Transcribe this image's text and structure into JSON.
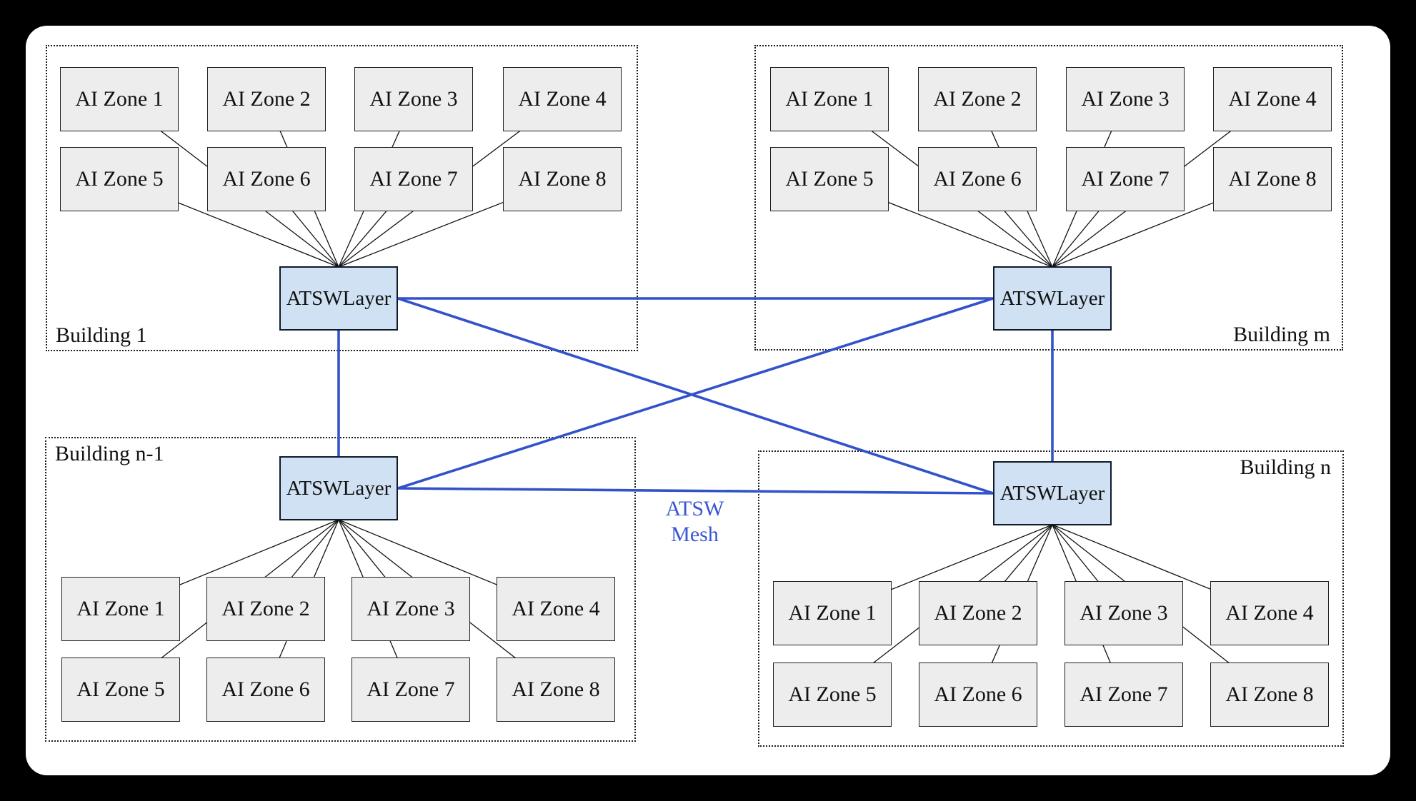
{
  "diagram": {
    "buildings": [
      {
        "label": "Building 1",
        "label_corner": "bottom-left",
        "zones": [
          "AI Zone 1",
          "AI Zone 2",
          "AI Zone 3",
          "AI Zone 4",
          "AI Zone 5",
          "AI Zone 6",
          "AI Zone 7",
          "AI Zone 8"
        ]
      },
      {
        "label": "Building m",
        "label_corner": "bottom-right",
        "zones": [
          "AI Zone 1",
          "AI Zone 2",
          "AI Zone 3",
          "AI Zone 4",
          "AI Zone 5",
          "AI Zone 6",
          "AI Zone 7",
          "AI Zone 8"
        ]
      },
      {
        "label": "Building n-1",
        "label_corner": "top-left",
        "zones": [
          "AI Zone 1",
          "AI Zone 2",
          "AI Zone 3",
          "AI Zone 4",
          "AI Zone 5",
          "AI Zone 6",
          "AI Zone 7",
          "AI Zone 8"
        ]
      },
      {
        "label": "Building n",
        "label_corner": "top-right",
        "zones": [
          "AI Zone 1",
          "AI Zone 2",
          "AI Zone 3",
          "AI Zone 4",
          "AI Zone 5",
          "AI Zone 6",
          "AI Zone 7",
          "AI Zone 8"
        ]
      }
    ],
    "switch_box": {
      "line1": "ATSW",
      "line2": "Layer"
    },
    "mesh_label": {
      "line1": "ATSW",
      "line2": "Mesh"
    },
    "colors": {
      "page_background": "#000000",
      "canvas_background": "#ffffff",
      "zone_fill": "#ededed",
      "zone_border": "#1f1f1f",
      "switch_fill": "#cfe1f2",
      "switch_border": "#0e1b2a",
      "intra_building_wire": "#121212",
      "mesh_line": "#3352c9",
      "mesh_text": "#3a57d2",
      "building_border": "#1c1c1c"
    }
  }
}
